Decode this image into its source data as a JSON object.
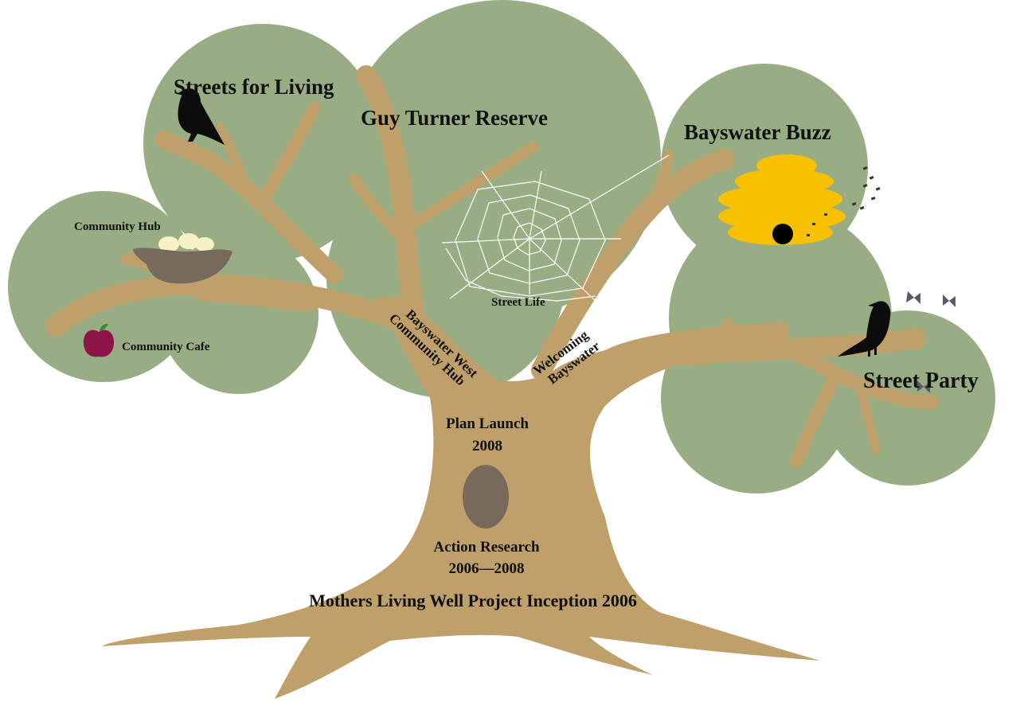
{
  "labels": {
    "streets_for_living": "Streets for Living",
    "guy_turner_reserve": "Guy Turner Reserve",
    "bayswater_buzz": "Bayswater Buzz",
    "community_hub": "Community Hub",
    "community_cafe": "Community Cafe",
    "street_life": "Street Life",
    "street_party": "Street Party",
    "bayswater_west_line1": "Bayswater West",
    "bayswater_west_line2": "Community Hub",
    "welcoming_line1": "Welcoming",
    "welcoming_line2": "Bayswater",
    "plan_launch_line1": "Plan Launch",
    "plan_launch_line2": "2008",
    "action_research_line1": "Action Research",
    "action_research_line2": "2006—2008",
    "inception": "Mothers Living Well Project Inception 2006"
  },
  "colors": {
    "foliage": "#98ad84",
    "trunk": "#c0a06a",
    "hollow": "#776a5d",
    "nest": "#776a5d",
    "eggs": "#f7f1c8",
    "hive": "#f7c100",
    "apple": "#8c1448",
    "bird": "#0c0c0c",
    "web": "#ffffff",
    "butterfly": "#5c5866"
  },
  "icons": [
    "crow-icon",
    "nest-icon",
    "apple-icon",
    "spider-web-icon",
    "beehive-icon",
    "bird-icon",
    "butterfly-icon",
    "bee-icon"
  ]
}
